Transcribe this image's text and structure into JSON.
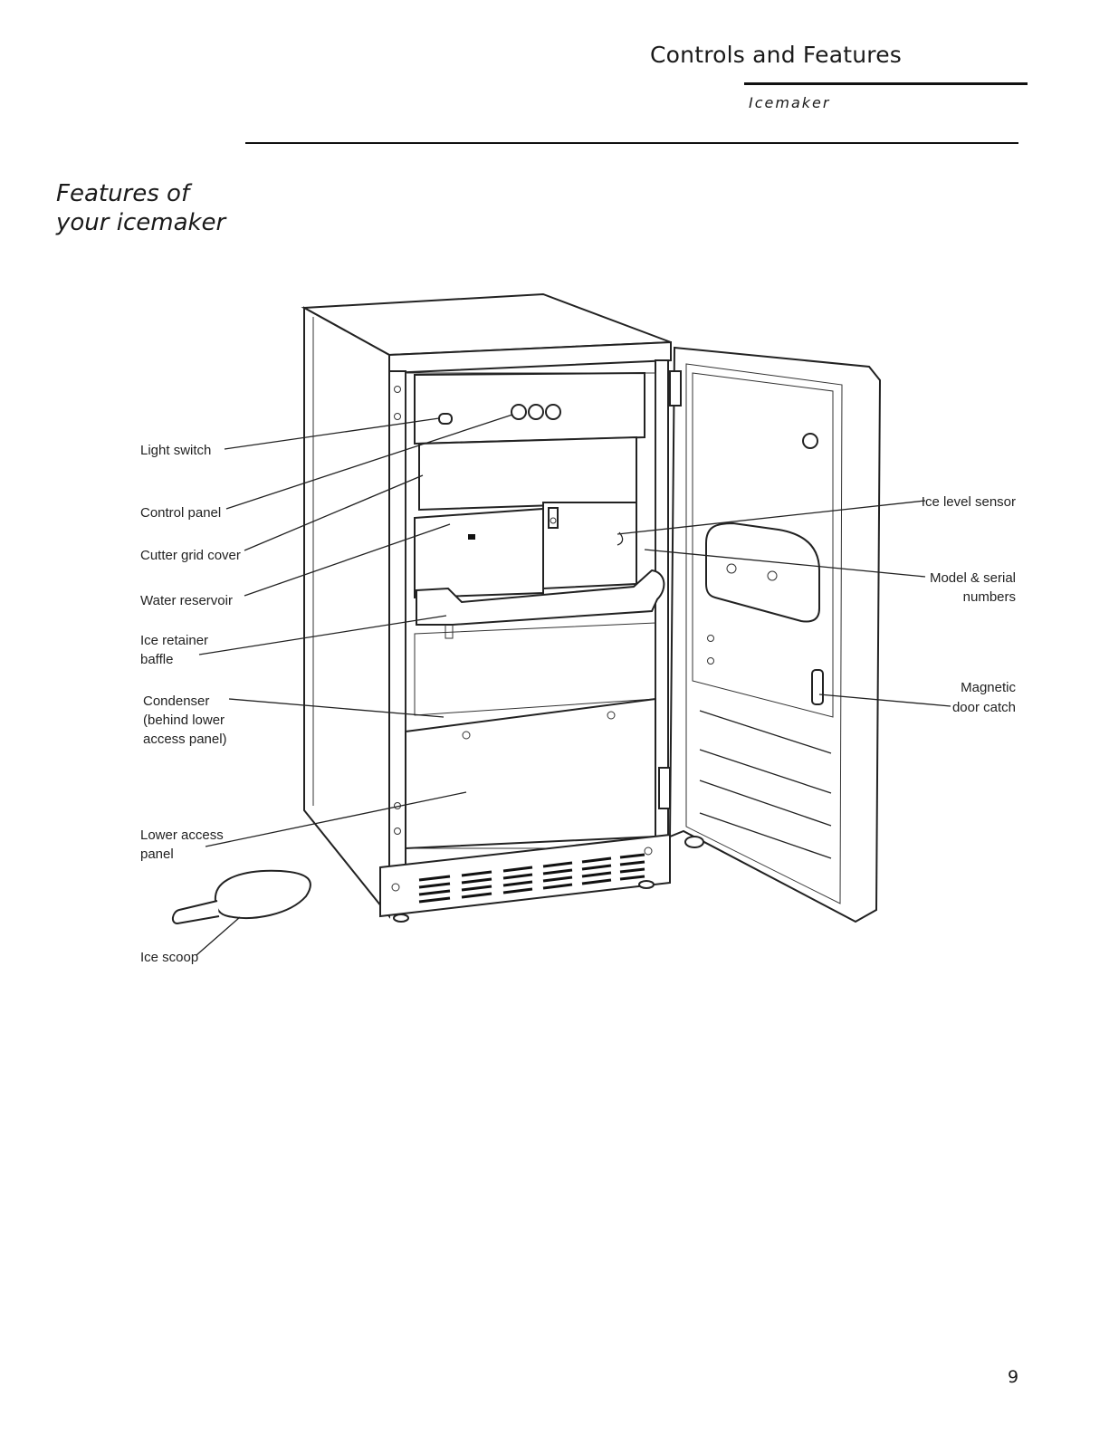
{
  "header": {
    "section_title": "Controls and Features",
    "section_subtitle": "Icemaker"
  },
  "heading": {
    "line1": "Features of",
    "line2": "your icemaker"
  },
  "callouts": {
    "light_switch": "Light switch",
    "control_panel": "Control panel",
    "cutter_grid_cover": "Cutter grid cover",
    "water_reservoir": "Water reservoir",
    "ice_retainer_baffle_1": "Ice retainer",
    "ice_retainer_baffle_2": "baffle",
    "condenser_1": "Condenser",
    "condenser_2": "(behind lower",
    "condenser_3": "access panel)",
    "lower_access_panel_1": "Lower access",
    "lower_access_panel_2": "panel",
    "ice_scoop": "Ice scoop",
    "ice_level_sensor": "Ice level sensor",
    "model_serial_1": "Model & serial",
    "model_serial_2": "numbers",
    "magnetic_catch_1": "Magnetic",
    "magnetic_catch_2": "door catch"
  },
  "page_number": "9"
}
